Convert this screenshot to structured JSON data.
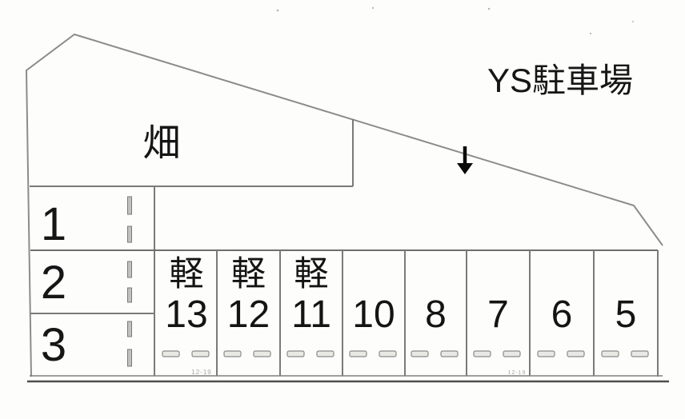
{
  "title": "YS駐車場",
  "area_labels": {
    "field": "畑"
  },
  "arrow_symbol": "↓",
  "left_column_spaces": [
    {
      "number": "1"
    },
    {
      "number": "2"
    },
    {
      "number": "3"
    }
  ],
  "bottom_row_spaces": [
    {
      "type_label": "軽",
      "number": "13"
    },
    {
      "type_label": "軽",
      "number": "12"
    },
    {
      "type_label": "軽",
      "number": "11"
    },
    {
      "type_label": "",
      "number": "10"
    },
    {
      "type_label": "",
      "number": "8"
    },
    {
      "type_label": "",
      "number": "7"
    },
    {
      "type_label": "",
      "number": "6"
    },
    {
      "type_label": "",
      "number": "5"
    }
  ],
  "faint_marks": [
    {
      "text": "12-19"
    },
    {
      "text": "12-19"
    }
  ],
  "colors": {
    "boundary_line": "#8c8c8c",
    "interior_line": "#7a7a7a",
    "road_edge_line": "#4e4e4e",
    "text": "#141414",
    "wheel_stop_fill": "#e8e8e4",
    "lane_dash_fill": "#c2c2bf",
    "background": "#fdfdfc"
  }
}
